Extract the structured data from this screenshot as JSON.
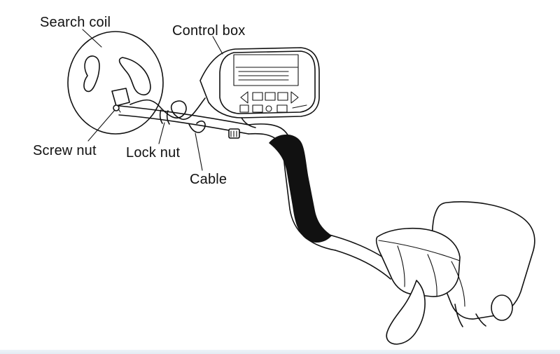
{
  "labels": {
    "search_coil": "Search coil",
    "control_box": "Control box",
    "screw_nut": "Screw nut",
    "lock_nut": "Lock nut",
    "cable": "Cable"
  }
}
